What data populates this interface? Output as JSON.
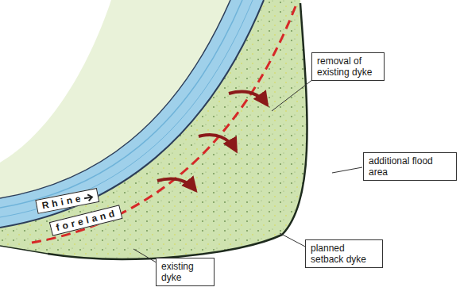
{
  "diagram": {
    "nodes": [
      {
        "text": [
          "removal of existing dyke"
        ]
      },
      {
        "text": [
          "additional flood area"
        ]
      },
      {
        "text": [
          "Rhine"
        ]
      },
      {
        "text": [
          "planned setback dyke"
        ]
      },
      {
        "text": [
          "foreland"
        ]
      },
      {
        "text": [
          "existing dyke"
        ]
      }
    ]
  }
}
